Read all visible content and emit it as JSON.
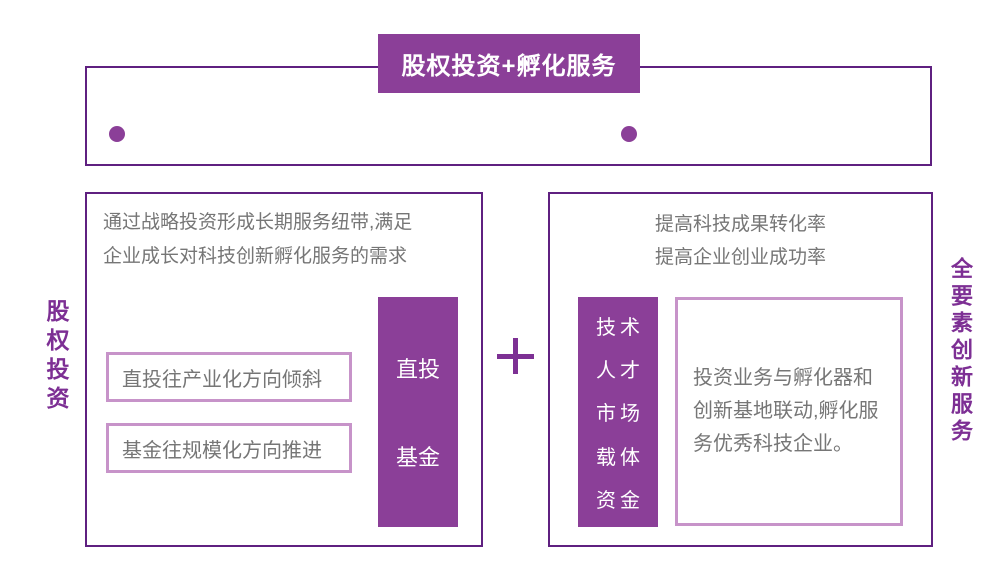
{
  "header": {
    "title": "股权投资+孵化服务"
  },
  "side_labels": {
    "left": "股权投资",
    "right": "全要素创新服务"
  },
  "connector": {
    "plus_symbol": "+"
  },
  "left_panel": {
    "description_lines": [
      "通过战略投资形成长期服务纽带,满足",
      "企业成长对科技创新孵化服务的需求"
    ],
    "strategy_items": [
      "直投往产业化方向倾斜",
      "基金往规模化方向推进"
    ],
    "investment_types": [
      "直投",
      "基金"
    ]
  },
  "right_panel": {
    "goal_lines": [
      "提高科技成果转化率",
      "提高企业创业成功率"
    ],
    "factor_items": [
      "技术",
      "人才",
      "市场",
      "载体",
      "资金"
    ],
    "note_lines": [
      "投资业务与孵化器和",
      "创新基地联动,孵化服",
      "务优秀科技企业。"
    ]
  },
  "colors": {
    "accent_fill": "#8b3f98",
    "accent_border": "#5f2080",
    "light_border": "#c793c9",
    "label_purple": "#7d2f94",
    "body_text": "#767676",
    "background": "#ffffff"
  }
}
